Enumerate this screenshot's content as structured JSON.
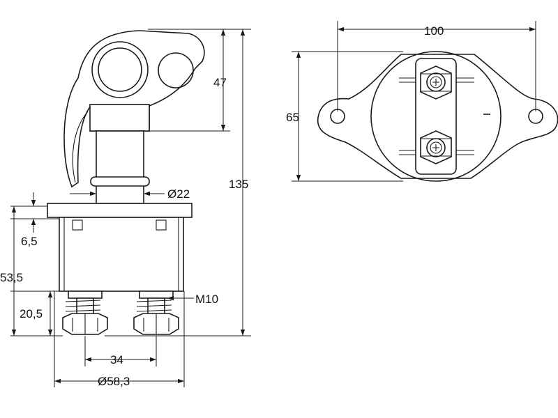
{
  "dimensions": {
    "width_100": "100",
    "height_65": "65",
    "height_47": "47",
    "height_135": "135",
    "dia_22": "Ø22",
    "height_6_5": "6,5",
    "height_53_5": "53,5",
    "height_20_5": "20,5",
    "thread_m10": "M10",
    "spacing_34": "34",
    "dia_58_3": "Ø58,3"
  },
  "colors": {
    "line": "#1a1a1a",
    "background": "#ffffff"
  }
}
